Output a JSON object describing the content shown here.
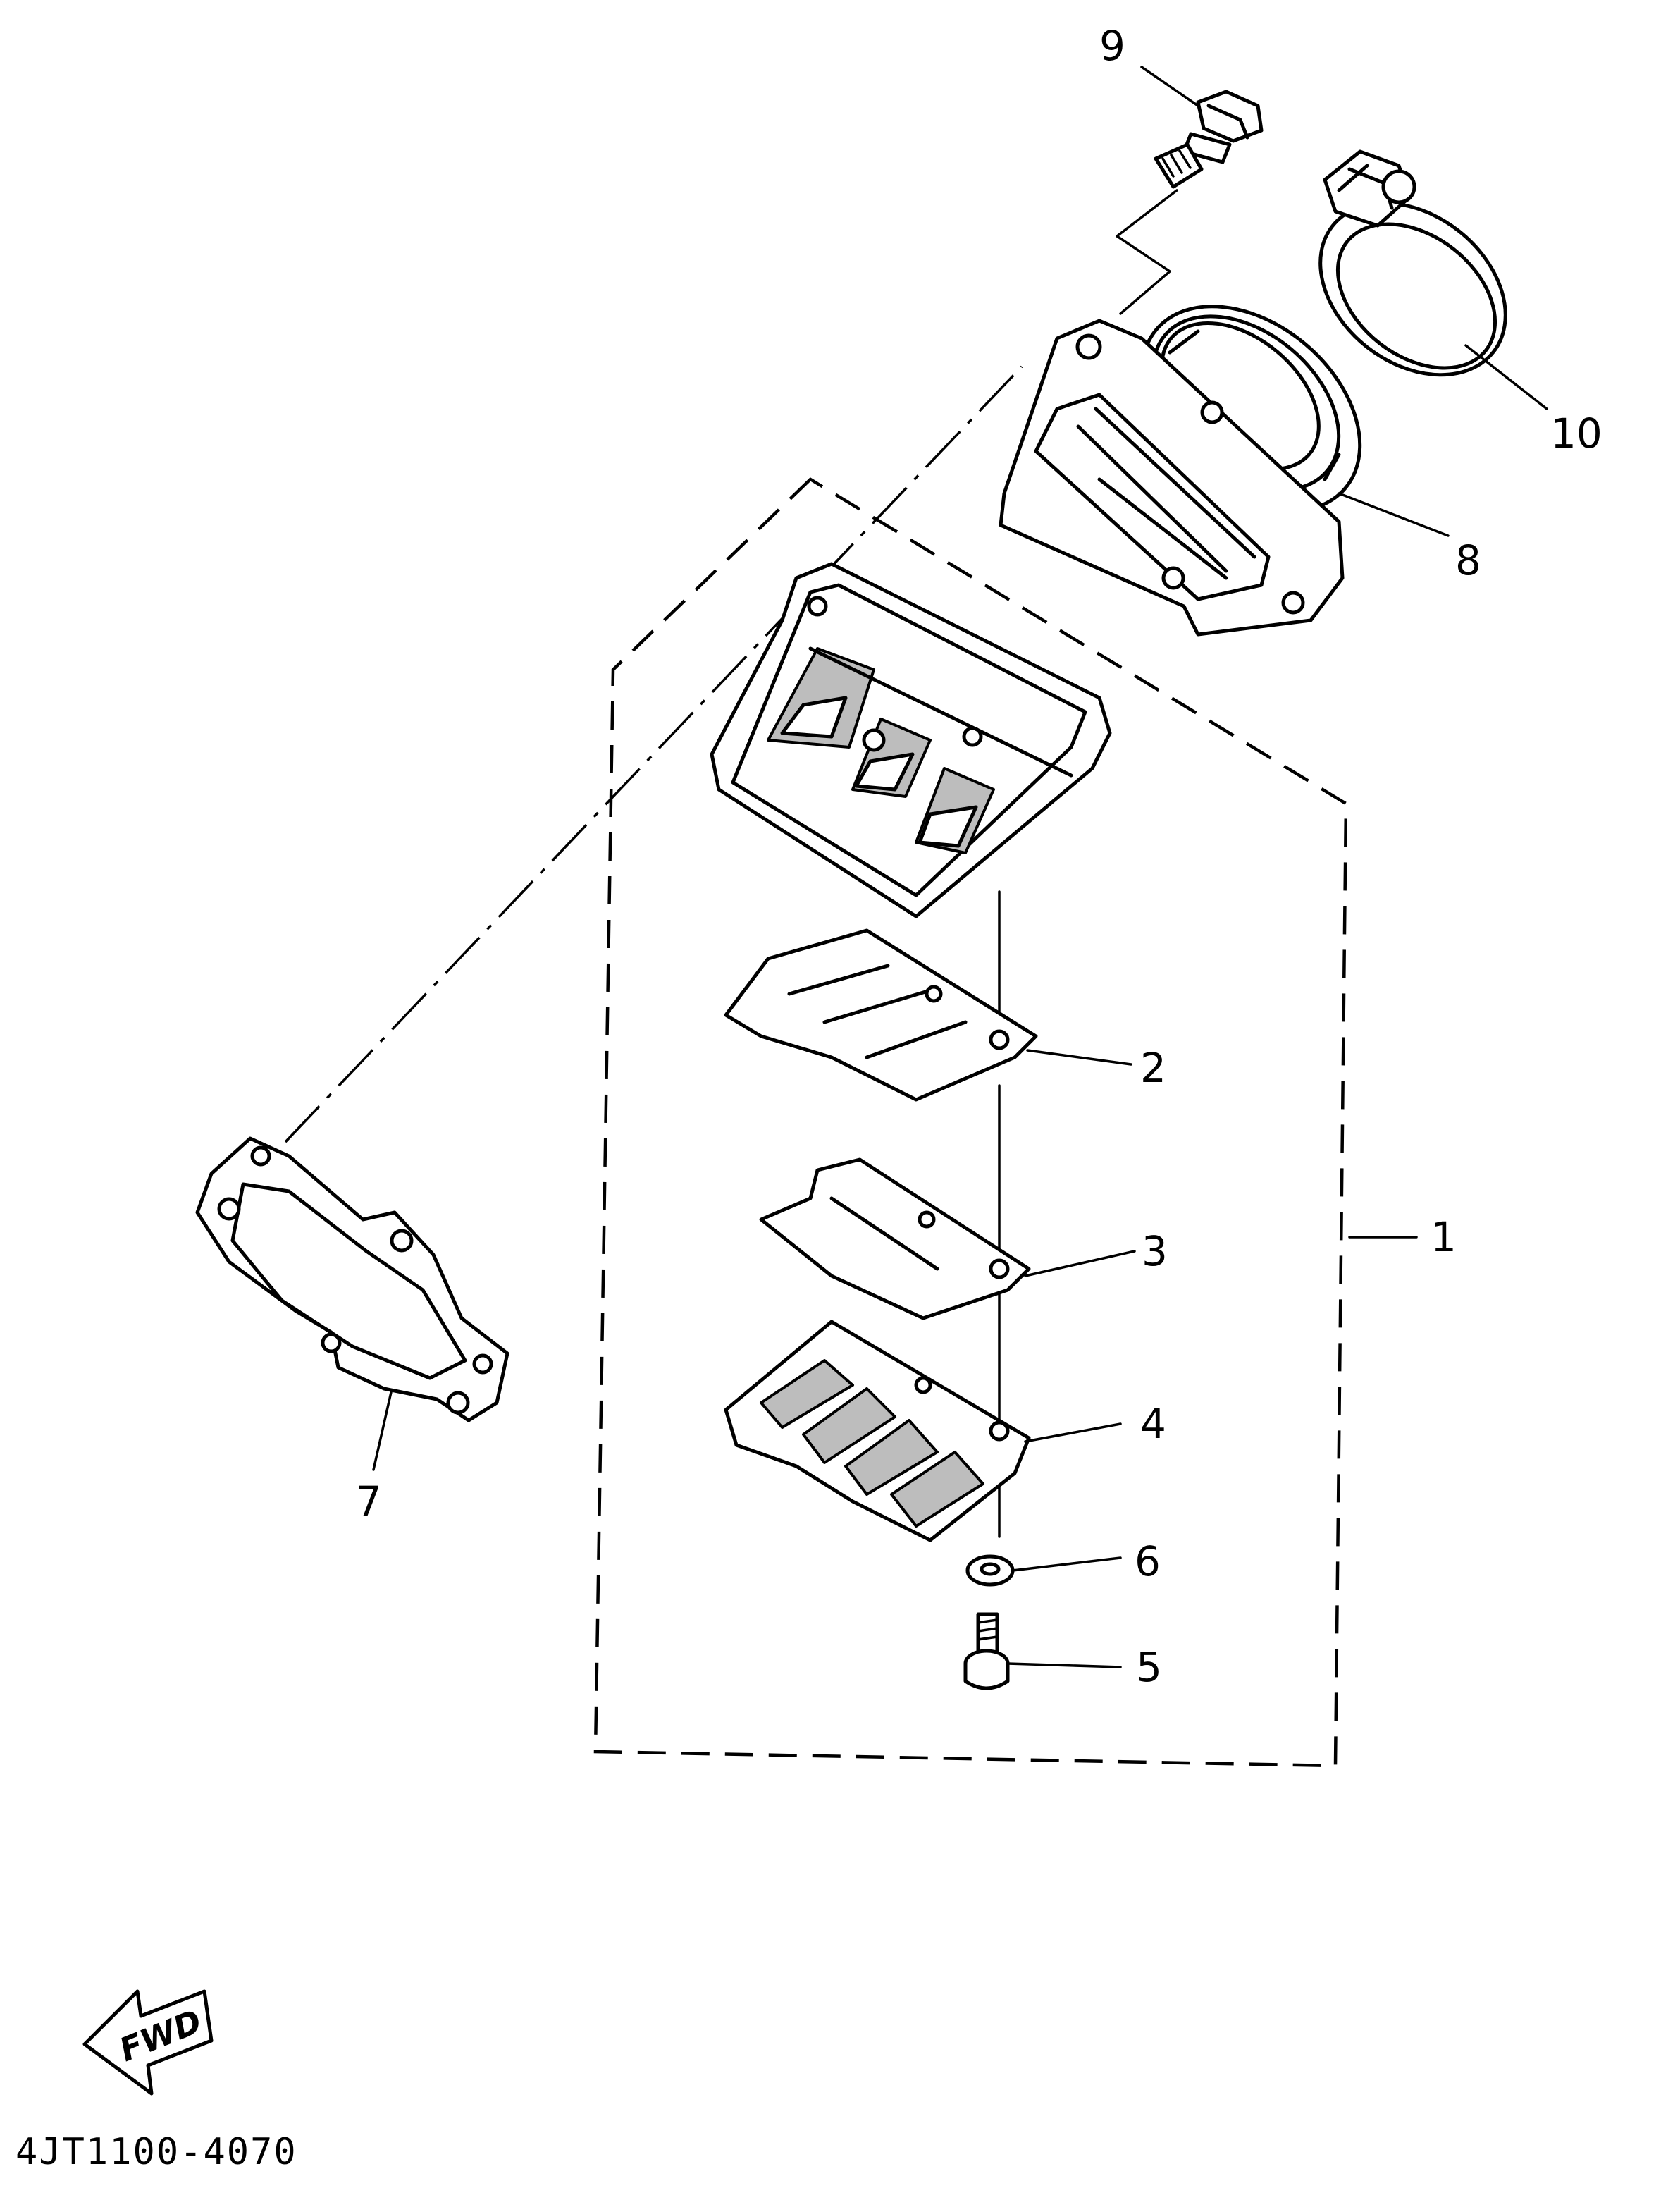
{
  "diagram": {
    "callouts": [
      {
        "id": "callout-1",
        "label": "1"
      },
      {
        "id": "callout-2",
        "label": "2"
      },
      {
        "id": "callout-3",
        "label": "3"
      },
      {
        "id": "callout-4",
        "label": "4"
      },
      {
        "id": "callout-5",
        "label": "5"
      },
      {
        "id": "callout-6",
        "label": "6"
      },
      {
        "id": "callout-7",
        "label": "7"
      },
      {
        "id": "callout-8",
        "label": "8"
      },
      {
        "id": "callout-9",
        "label": "9"
      },
      {
        "id": "callout-10",
        "label": "10"
      }
    ],
    "direction_arrow": {
      "label": "FWD",
      "icon": "forward-arrow-icon"
    },
    "drawing_code": "4JT1100-4070"
  }
}
